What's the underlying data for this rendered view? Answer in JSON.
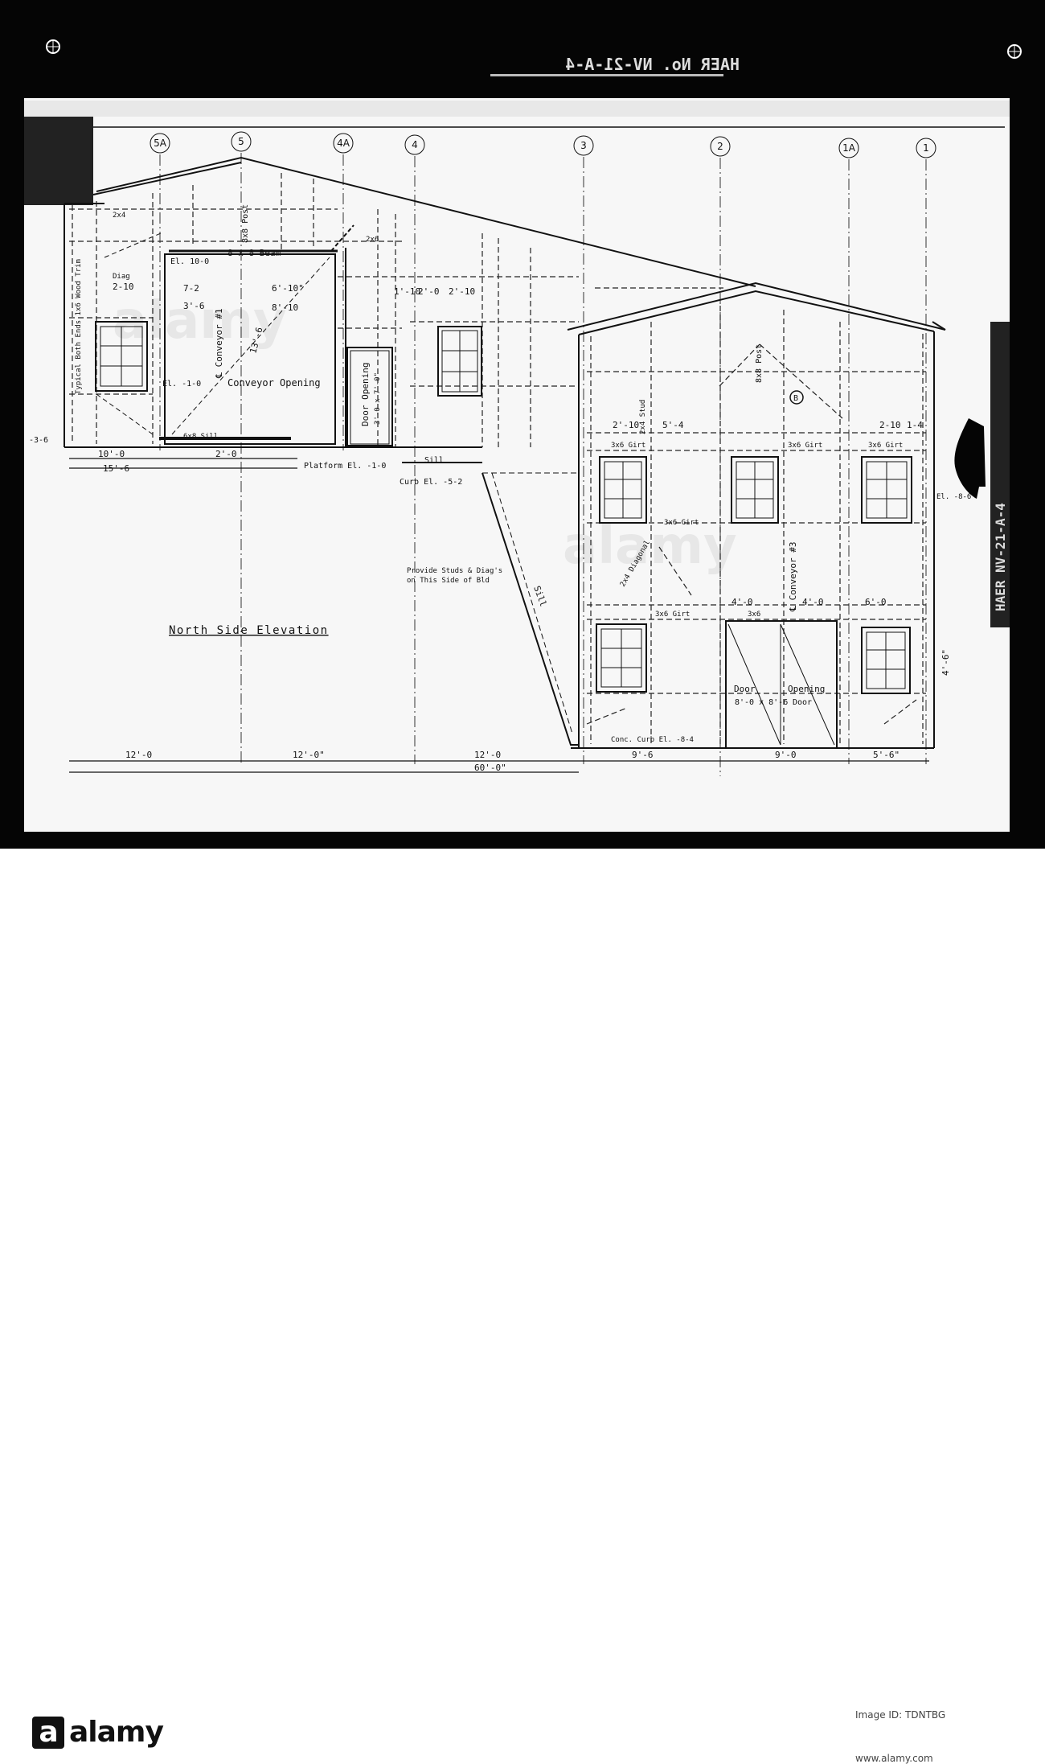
{
  "header_stamp": "HAER No. NV-21-A-4",
  "side_stamp": "HAER NV-21-A-4",
  "title": "North Side Elevation",
  "gridlines": [
    "5A",
    "5",
    "4A",
    "4",
    "3",
    "2",
    "1A",
    "1"
  ],
  "labels": {
    "beam": "8 x 8 Beam",
    "post": "8x8 Post",
    "conveyor_opening": "Conveyor Opening",
    "conveyor_1": "℄ Conveyor #1",
    "conveyor_3": "℄ Conveyor #3",
    "door_opening_small": "Door Opening",
    "door_opening_small_size": "3'-0 x 7'-0\"",
    "door_opening_large_1": "Door",
    "door_opening_large_2": "Opening",
    "door_opening_large_3": "8'-0 x 8'-6",
    "door_opening_large_4": "Door",
    "platform": "Platform El. -1-0",
    "curb": "Curb El. -5-2",
    "sill": "Sill",
    "sill_2": "Sill",
    "sill_3": "6x8  Sill",
    "provide_studs_1": "Provide Studs & Diag's",
    "provide_studs_2": "on This Side of Bld",
    "concrete_curb": "Conc. Curb El. -8-4",
    "typical_trim": "Typical Both Ends 1x6 Wood Trim",
    "el_top": "El. 10-0",
    "el_mid": "El. -1-0",
    "el_right": "El. -8-6",
    "el_left": "-3-6",
    "diag": "Diag",
    "girt1": "3x6 Girt",
    "girt2": "3x6 Girt",
    "girt3": "3x6 Girt",
    "girt4": "3x6 Girt",
    "girt5": "3x6 Girt",
    "girt6": "3x6",
    "studs_2x4": "2x4",
    "studs_2x6": "2x6",
    "stud_label": "2x4 Stud",
    "diagonal": "2x4 Diagonal",
    "circle_b": "B"
  },
  "dims": {
    "d1": "12'-0",
    "d2": "12'-0\"",
    "d3": "12'-0",
    "d4": "60'-0\"",
    "d5": "9'-6",
    "d6": "9'-0",
    "d7": "5'-6\"",
    "d8": "10'-0",
    "d9": "15'-6",
    "d10": "2'-0",
    "d11": "7-2",
    "d12": "3'-6",
    "d13": "6'-10\"",
    "d14": "8'-10",
    "d15": "13'-6",
    "d16": "2-10",
    "d17": "5'-4",
    "d18": "2'-10",
    "d19": "2-10",
    "d20": "1-4",
    "d21": "4'-0",
    "d22": "4'-0",
    "d23": "6'-0",
    "d24": "4'-6\"",
    "d25": "1'-10",
    "d26": "2'-0",
    "d27": "2'-10"
  },
  "watermark": {
    "logo": "alamy",
    "image_id_label": "Image ID: TDNTBG",
    "site": "www.alamy.com"
  }
}
